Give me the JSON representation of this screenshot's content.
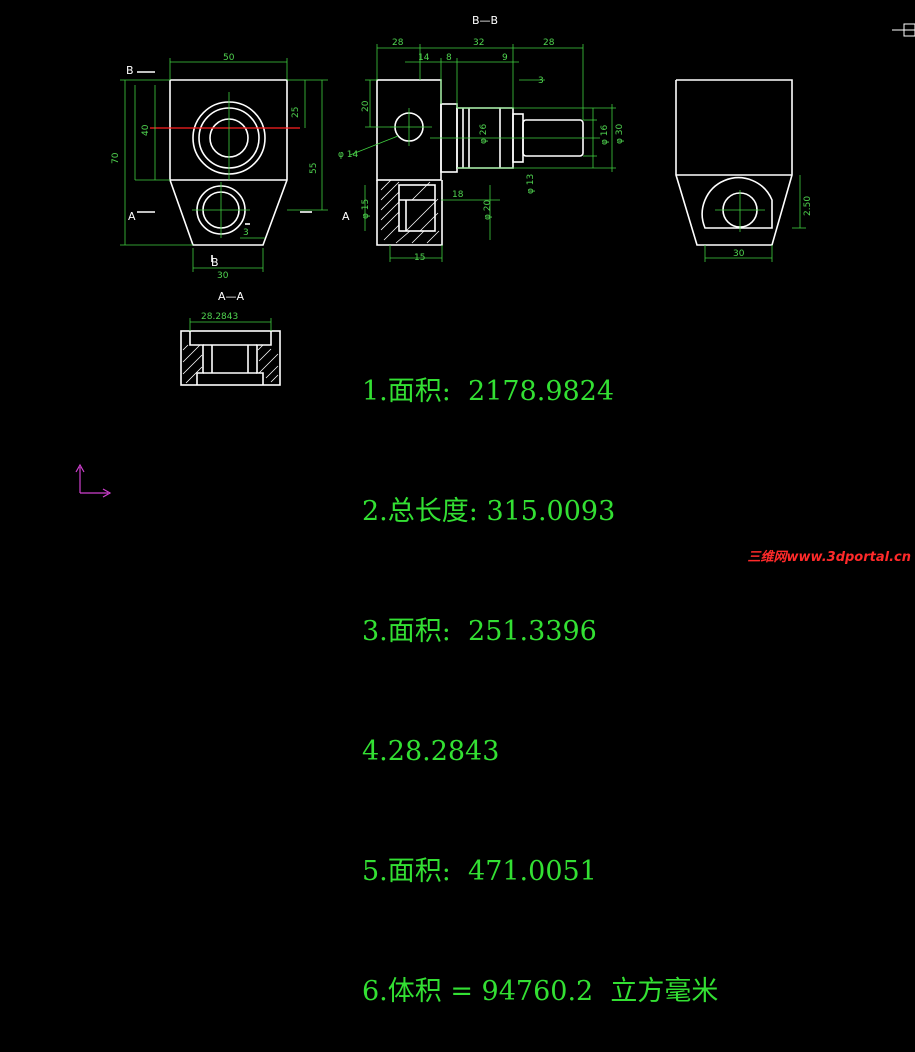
{
  "labels": {
    "section_bb": "B—B",
    "section_aa": "A—A",
    "cut_b_top": "B",
    "cut_b_bottom": "B",
    "cut_a_left": "A",
    "cut_a_mid": "A"
  },
  "dimensions": {
    "front_width_top": "50",
    "front_height_70": "70",
    "front_40": "40",
    "front_25": "25",
    "front_55": "55",
    "front_3": "3",
    "front_bottom_30": "30",
    "bb_28_left": "28",
    "bb_32": "32",
    "bb_28_right": "28",
    "bb_14": "14",
    "bb_8": "8",
    "bb_9": "9",
    "bb_3": "3",
    "bb_20": "20",
    "bb_phi14": "φ 14",
    "bb_phi26": "φ 26",
    "bb_phi16": "φ 16",
    "bb_phi30": "φ 30",
    "bb_phi13": "φ 13",
    "bb_18": "18",
    "bb_phi15": "φ 15",
    "bb_phi20": "φ 20",
    "bb_15": "15",
    "side_2_50": "2.50",
    "side_30": "30",
    "aa_28_2843": "28.2843"
  },
  "results": [
    "1.面积:  2178.9824",
    "2.总长度: 315.0093",
    "3.面积:  251.3396",
    "4.28.2843",
    "5.面积:  471.0051",
    "6.体积 = 94760.2  立方毫米"
  ],
  "watermark": "三维网www.3dportal.cn",
  "colors": {
    "background": "#000000",
    "geometry": "#ffffff",
    "dimension": "#3fcf3f",
    "results_text": "#33e033",
    "centerline_red": "#ff2020",
    "ucs_icon": "#d040d0",
    "watermark": "#ff2a2a"
  }
}
